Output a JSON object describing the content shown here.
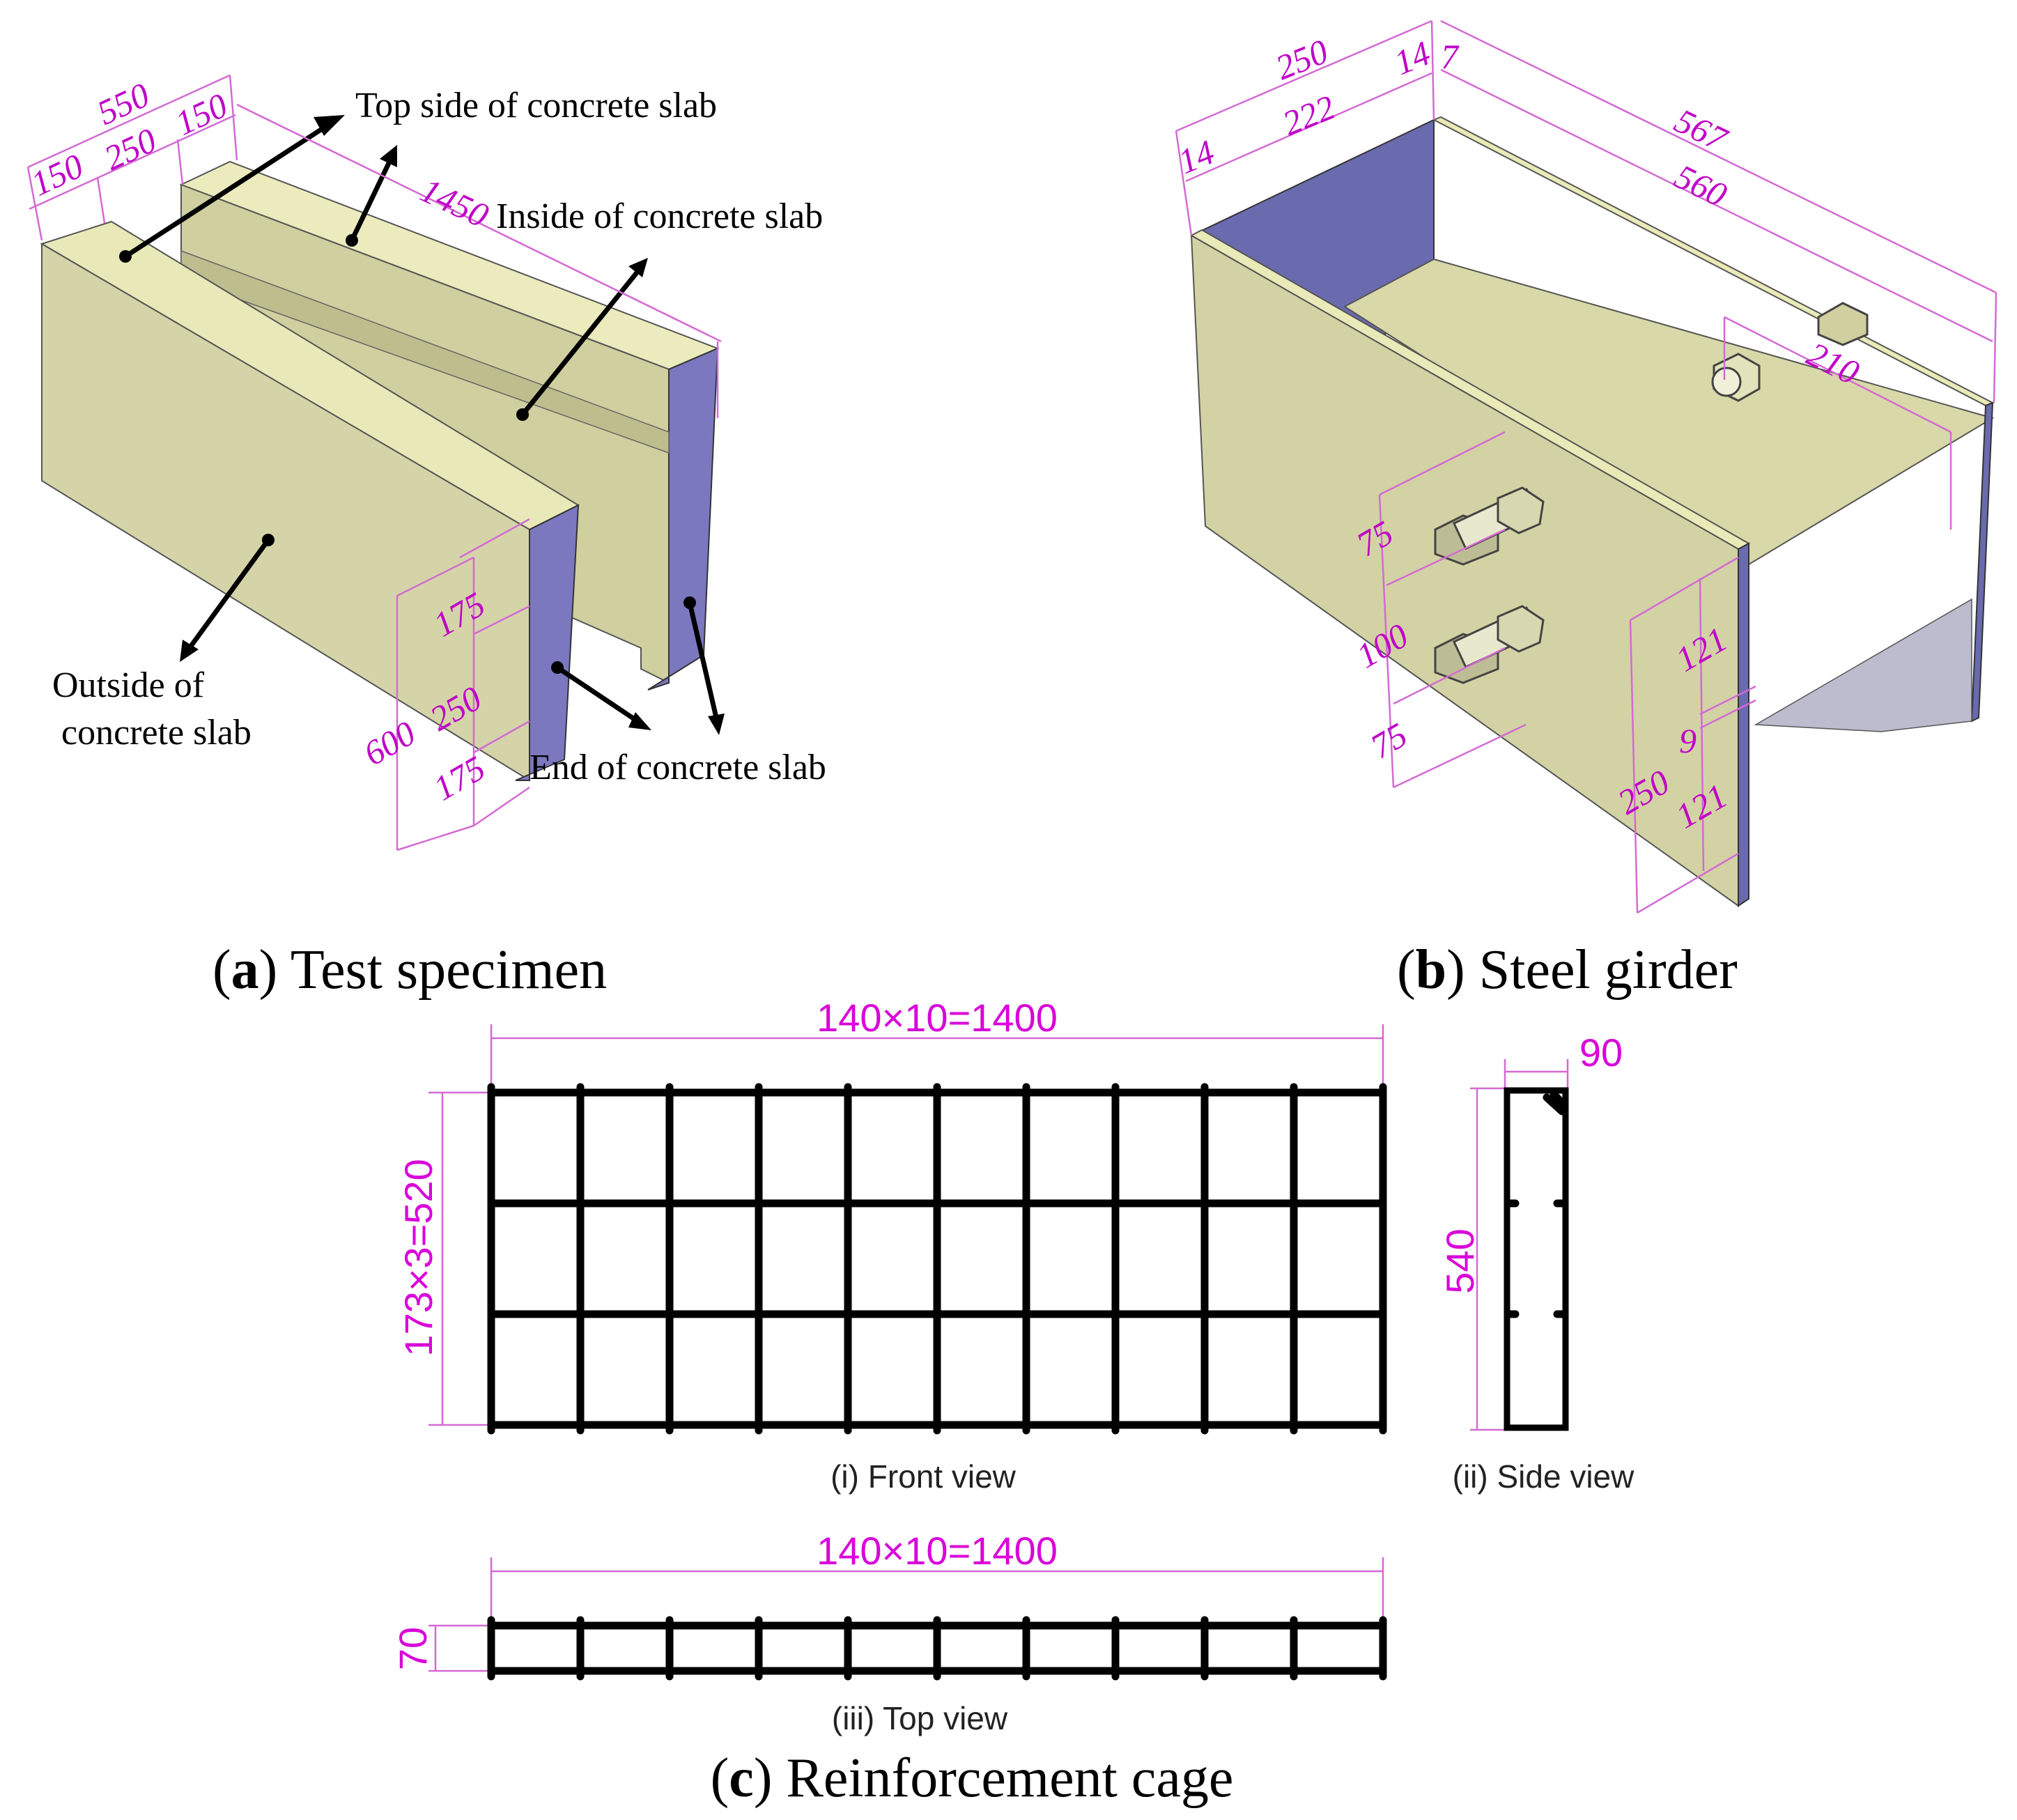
{
  "panel_a": {
    "caption_letter": "a",
    "caption_text": " Test specimen",
    "callouts": {
      "top_side": "Top side of concrete slab",
      "inside": "Inside of concrete slab",
      "outside_line1": "Outside of",
      "outside_line2": "concrete slab",
      "end": "End of concrete slab"
    },
    "dims": {
      "d550": "550",
      "d150a": "150",
      "d250": "250",
      "d150b": "150",
      "d1450": "1450",
      "d175a": "175",
      "d250v": "250",
      "d600": "600",
      "d175b": "175"
    }
  },
  "panel_b": {
    "caption_letter": "b",
    "caption_text": " Steel girder",
    "dims": {
      "d250": "250",
      "d14a": "14",
      "d7": "7",
      "d14b": "14",
      "d222": "222",
      "d567": "567",
      "d560": "560",
      "d210": "210",
      "d75a": "75",
      "d100": "100",
      "d75b": "75",
      "d121a": "121",
      "d9": "9",
      "d121b": "121",
      "d250v": "250"
    }
  },
  "panel_c": {
    "caption_letter": "c",
    "caption_text": " Reinforcement cage",
    "front_width_dim": "140×10=1400",
    "front_height_dim": "173×3=520",
    "side_width_dim": "90",
    "side_height_dim": "540",
    "top_width_dim": "140×10=1400",
    "top_height_dim": "70",
    "front_view_label": "(i) Front view",
    "side_view_label": "(ii) Side view",
    "top_view_label": "(iii) Top view"
  },
  "colors": {
    "concrete_face": "#d4d4a8",
    "concrete_top": "#e8e8b8",
    "concrete_end": "#7b78c0",
    "dimension": "#d900d9",
    "rebar": "#000000"
  }
}
